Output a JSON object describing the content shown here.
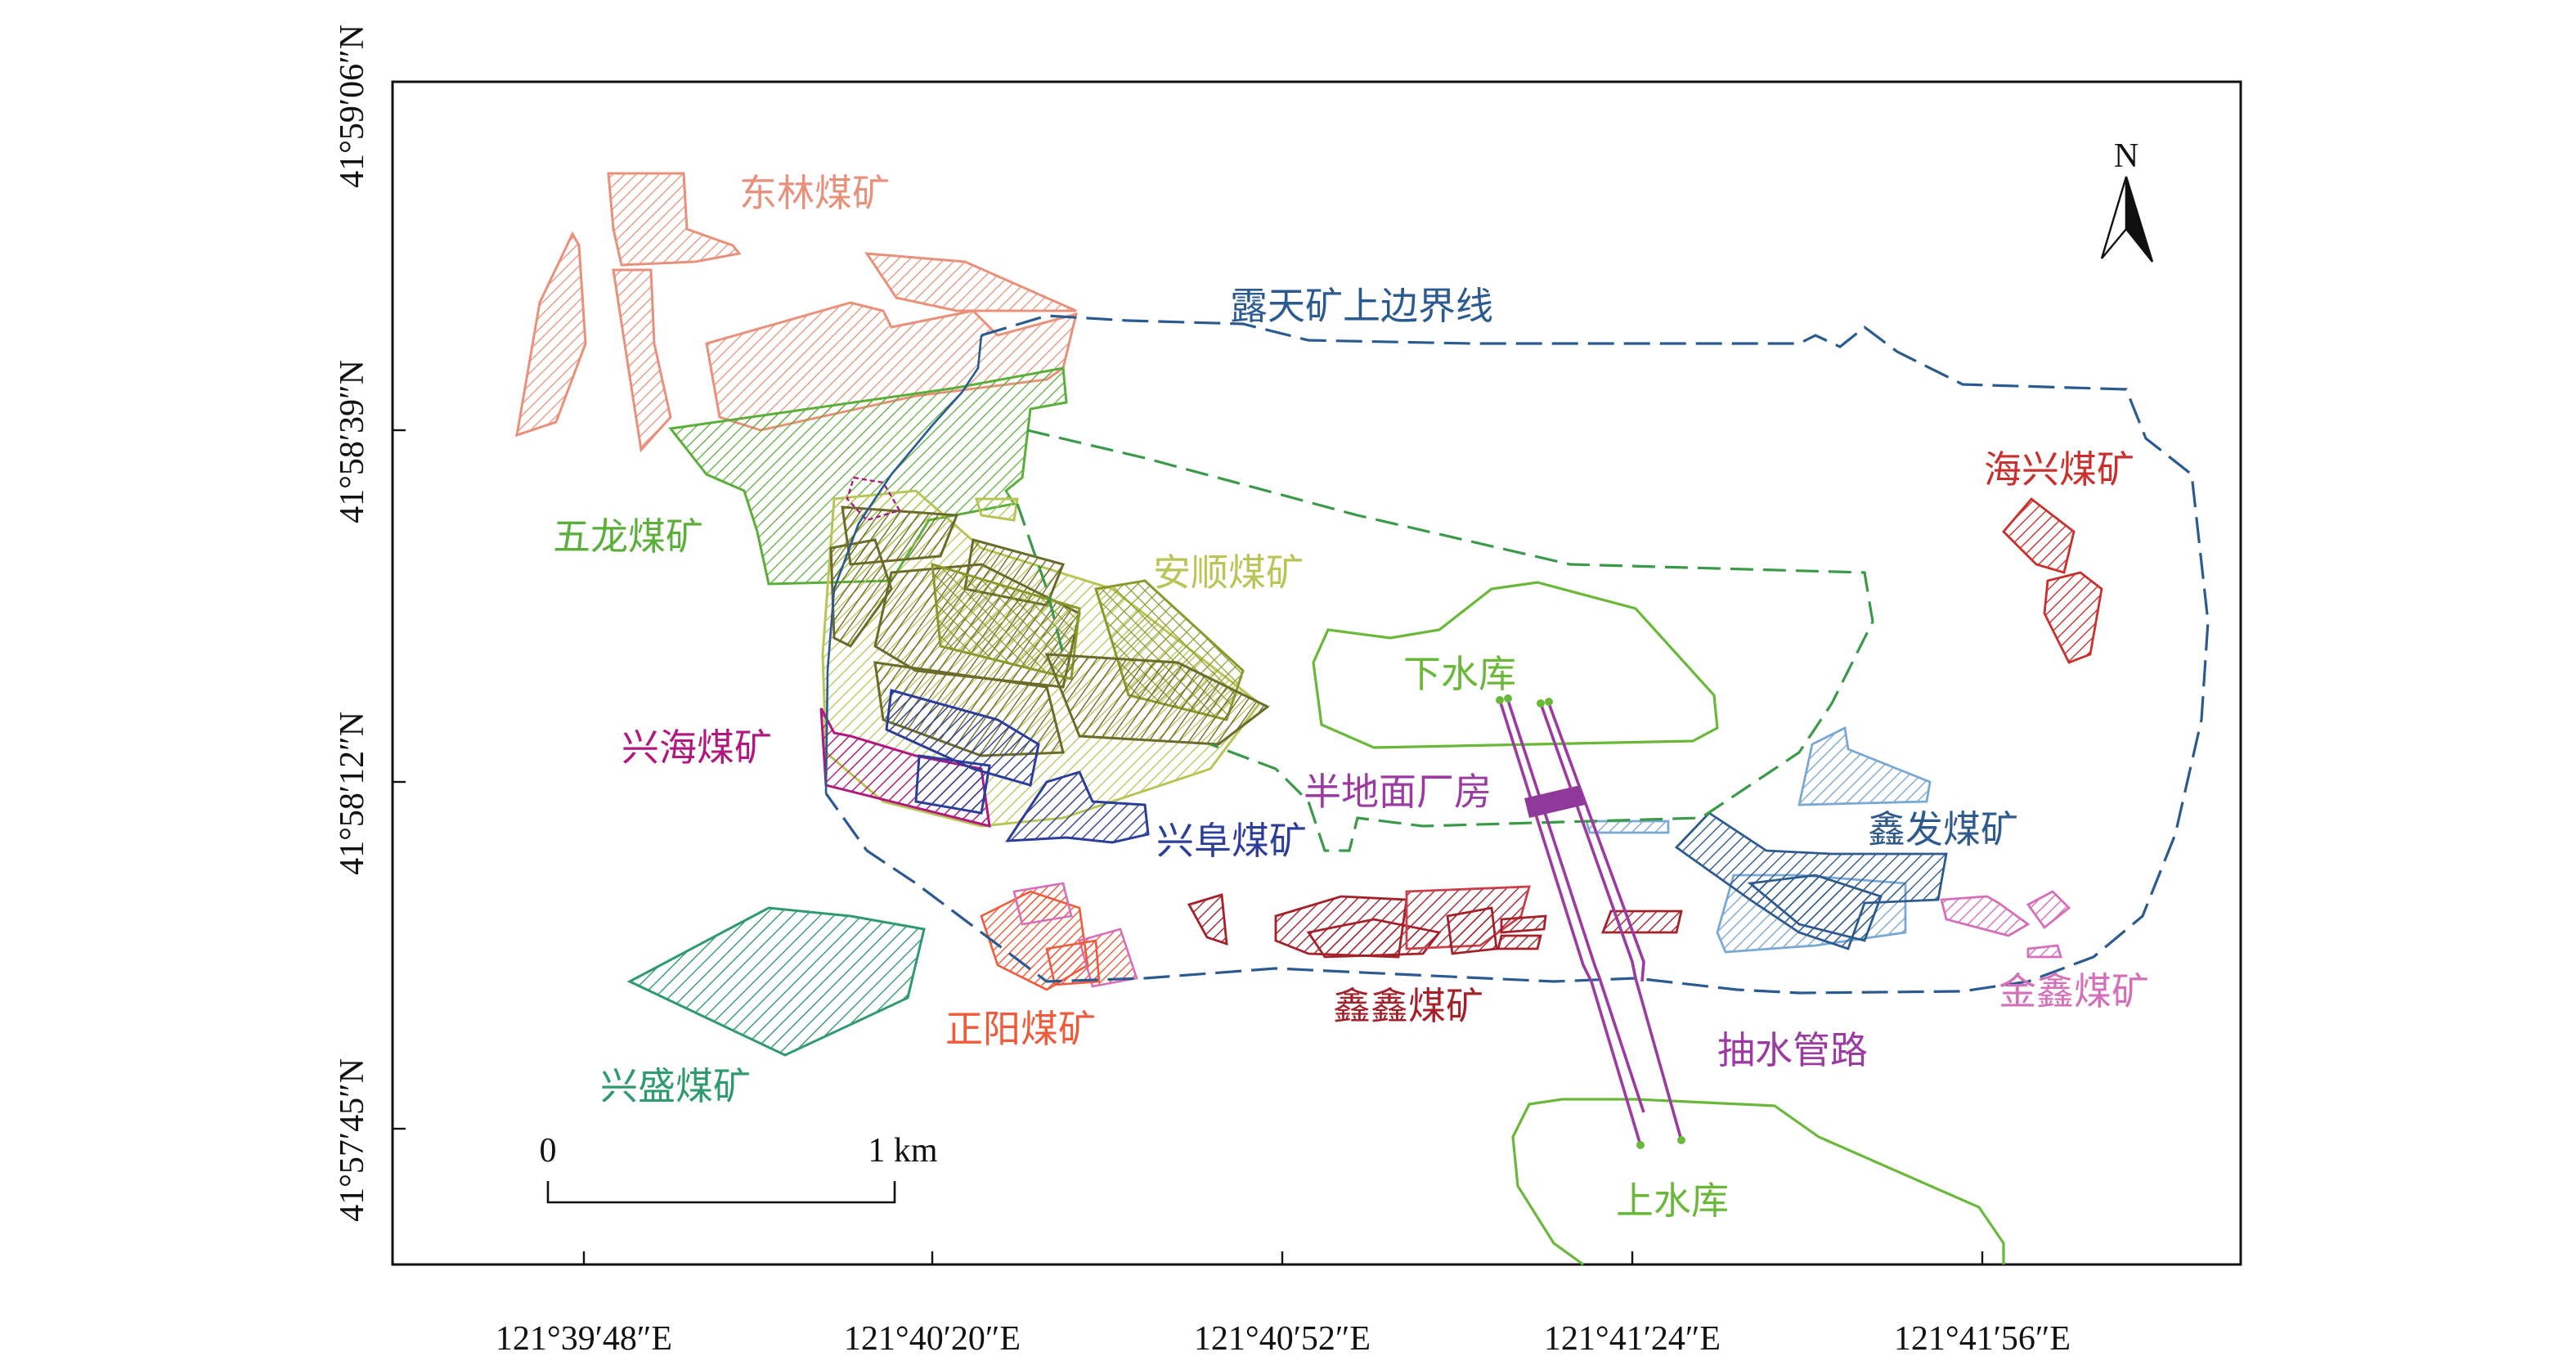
{
  "map": {
    "north_label": "N",
    "scale_bar": {
      "start_label": "0",
      "end_label": "1 km"
    },
    "x_ticks": [
      "121°39′48″E",
      "121°40′20″E",
      "121°40′52″E",
      "121°41′24″E",
      "121°41′56″E"
    ],
    "y_ticks": [
      "41°59′06″N",
      "41°58′39″N",
      "41°58′12″N",
      "41°57′45″N"
    ],
    "labels": {
      "donglin": "东林煤矿",
      "wulong": "五龙煤矿",
      "anshun": "安顺煤矿",
      "xinghai": "兴海煤矿",
      "xingfu": "兴阜煤矿",
      "xingsheng": "兴盛煤矿",
      "zhengyang": "正阳煤矿",
      "xinxin": "鑫鑫煤矿",
      "xinfa": "鑫发煤矿",
      "haixing": "海兴煤矿",
      "jinxin": "金鑫煤矿",
      "pit_boundary": "露天矿上边界线",
      "lower_reservoir": "下水库",
      "upper_reservoir": "上水库",
      "powerhouse": "半地面厂房",
      "pipeline": "抽水管路"
    },
    "colors": {
      "donglin": "#e8907a",
      "wulong": "#5aae3a",
      "anshun": "#b8c454",
      "anshun_dark": "#6b6b2a",
      "xinghai": "#b0177f",
      "xingfu": "#2d3e9a",
      "xingsheng": "#2e9a6e",
      "zhengyang": "#ee5a3a",
      "xinxin": "#a3212a",
      "xinfa": "#2e5a8e",
      "xinfa_light": "#7aa8d4",
      "haixing": "#c9302c",
      "jinxin": "#d66fb8",
      "pit_boundary": "#2a5a90",
      "reservoir": "#6ab83a",
      "pipeline": "#9b3aa0",
      "anshun_boundary": "#3a9a4a"
    }
  }
}
